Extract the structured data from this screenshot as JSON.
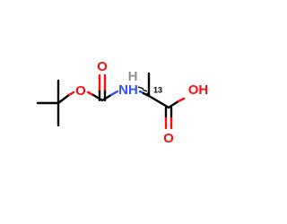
{
  "molecule": {
    "atoms": {
      "o_carbonyl_carbamate": {
        "label": "O",
        "color": "#ff0d0d"
      },
      "o_ester": {
        "label": "O",
        "color": "#ff0d0d"
      },
      "nh": {
        "label": "NH",
        "color": "#3050f8"
      },
      "h_stereo": {
        "label": "H",
        "color": "#909090"
      },
      "isotope": {
        "label": "13",
        "color": "#000000"
      },
      "oh": {
        "label": "OH",
        "color": "#ff0d0d"
      },
      "o_carbonyl_acid": {
        "label": "O",
        "color": "#ff0d0d"
      }
    }
  }
}
